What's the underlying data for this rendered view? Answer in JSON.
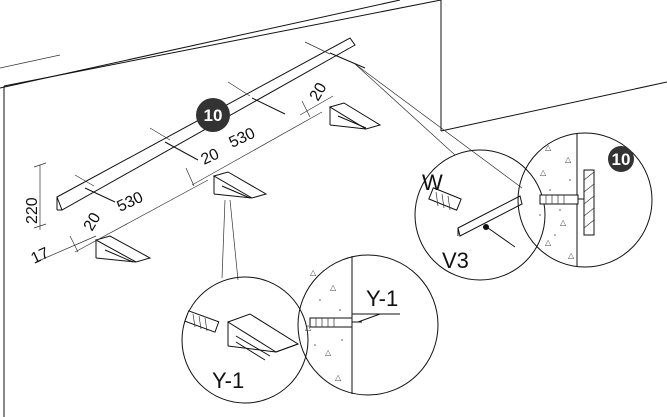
{
  "diagram": {
    "labels": {
      "part_10": "10",
      "dim_530_a": "530",
      "dim_530_b": "530",
      "dim_20_a": "20",
      "dim_20_b": "20",
      "dim_20_c": "20",
      "dim_220": "220",
      "dim_17": "17",
      "dowel_W": "W",
      "screw_V3": "V3",
      "bracket_Y1_left": "Y-1",
      "bracket_Y1_right": "Y-1",
      "part_10_detail": "10"
    },
    "colors": {
      "line": "#111111",
      "badge": "#333333",
      "background": "#ffffff"
    }
  }
}
